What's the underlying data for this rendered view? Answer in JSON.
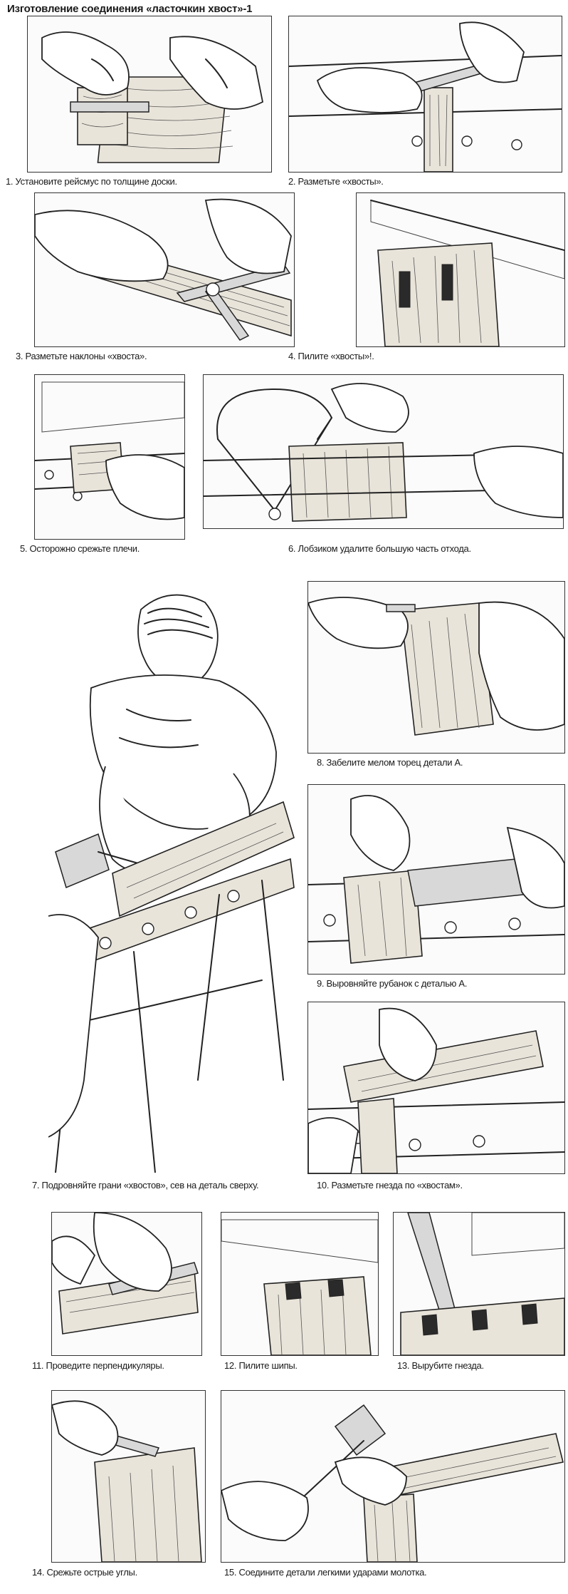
{
  "title": "Изготовление соединения «ласточкин хвост»-1",
  "steps": [
    {
      "caption": "1. Установите рейсмус по толщине доски."
    },
    {
      "caption": "2. Разметьте «хвосты»."
    },
    {
      "caption": "3. Разметьте наклоны «хвоста»."
    },
    {
      "caption": "4. Пилите «хвосты»!."
    },
    {
      "caption": "5. Осторожно срежьте плечи."
    },
    {
      "caption": "6. Лобзиком удалите большую часть отхода."
    },
    {
      "caption": "7. Подровняйте грани «хвостов», сев на деталь сверху."
    },
    {
      "caption": "8. Забелите мелом торец детали А."
    },
    {
      "caption": "9. Выровняйте рубанок с деталью А."
    },
    {
      "caption": "10. Разметьте гнезда по «хвостам»."
    },
    {
      "caption": "11. Проведите перпендикуляры."
    },
    {
      "caption": "12. Пилите шипы."
    },
    {
      "caption": "13. Вырубите гнезда."
    },
    {
      "caption": "14. Срежьте острые углы."
    },
    {
      "caption": "15. Соедините детали легкими ударами молотка."
    }
  ],
  "icons": {
    "step1": "marking-gauge-on-board-illustration",
    "step2": "marking-tails-with-square-illustration",
    "step3": "sliding-bevel-marking-illustration",
    "step4": "sawing-tails-illustration",
    "step5": "cutting-shoulders-illustration",
    "step6": "coping-saw-illustration",
    "step7": "man-chiseling-on-workbench-illustration",
    "step8": "chalking-end-grain-illustration",
    "step9": "plane-alignment-illustration",
    "step10": "marking-sockets-illustration",
    "step11": "drawing-perpendiculars-illustration",
    "step12": "sawing-pins-illustration",
    "step13": "chopping-sockets-illustration",
    "step14": "paring-corners-illustration",
    "step15": "mallet-assembly-illustration"
  }
}
